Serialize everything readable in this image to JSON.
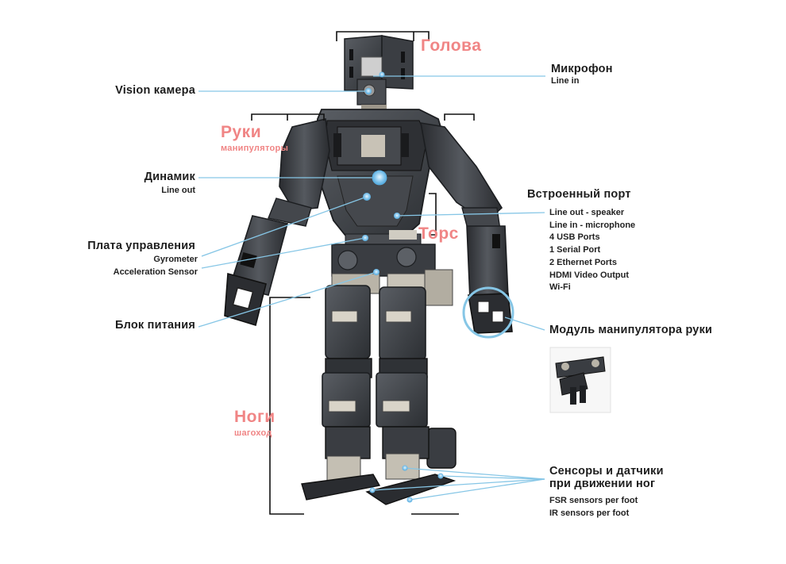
{
  "sections": {
    "head": "Голова",
    "arms": "Руки",
    "arms_sub": "манипуляторы",
    "torso": "Торс",
    "legs": "Ноги",
    "legs_sub": "шагоход"
  },
  "callouts": {
    "vision_camera": "Vision камера",
    "microphone": "Микрофон",
    "microphone_sub": "Line in",
    "speaker": "Динамик",
    "speaker_sub": "Line out",
    "builtin_port": "Встроенный порт",
    "builtin_port_items": [
      "Line out - speaker",
      "Line in - microphone",
      "4 USB Ports",
      "1 Serial Port",
      "2 Ethernet Ports",
      "HDMI Video Output",
      "Wi-Fi"
    ],
    "control_board": "Плата управления",
    "control_board_items": [
      "Gyrometer",
      "Acceleration Sensor"
    ],
    "power_unit": "Блок питания",
    "arm_module": "Модуль манипулятора руки",
    "leg_sensors_line1": "Сенсоры и датчики",
    "leg_sensors_line2": "при движении ног",
    "leg_sensors_items": [
      "FSR sensors per foot",
      "IR sensors per foot"
    ]
  },
  "colors": {
    "robot_body": "#3a3d42",
    "robot_dark": "#1e2023",
    "robot_metal": "#b9b4a8",
    "callout_line": "#86c6e6",
    "point_blue": "#7ec2ea",
    "section_pink": "#f08585",
    "bracket": "#111111"
  }
}
